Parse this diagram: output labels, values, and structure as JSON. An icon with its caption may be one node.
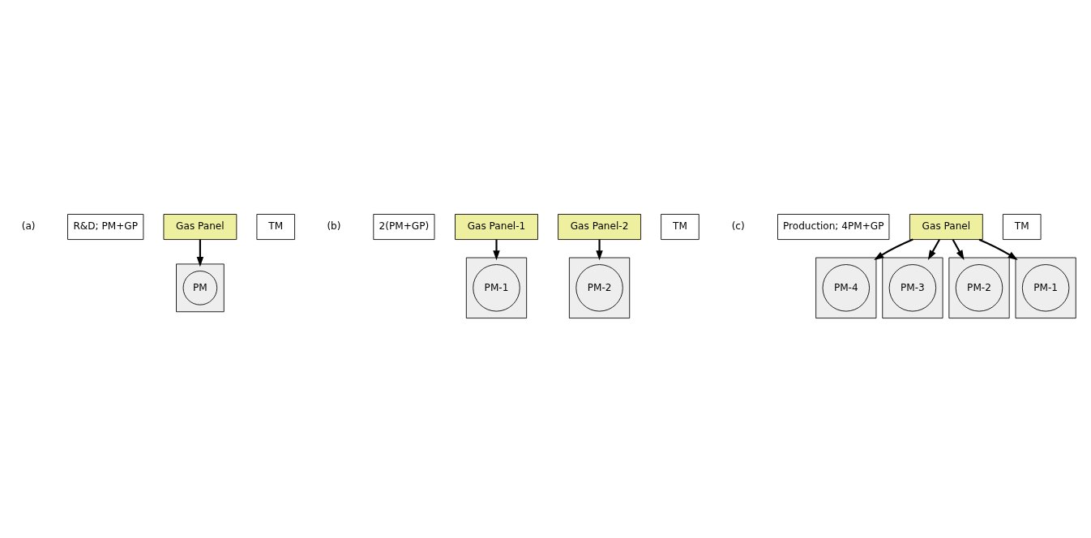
{
  "diagram": {
    "nodes": [
      {
        "text": [
          "R&D; PM+GP"
        ]
      },
      {
        "text": [
          "Gas Panel"
        ]
      },
      {
        "text": [],
        "shape": "box"
      },
      {
        "text": [
          "PM"
        ],
        "in": 2
      },
      {
        "text": [
          "TM"
        ]
      },
      {
        "text": [
          "2(PM+GP)"
        ]
      },
      {
        "text": [
          "Gas Panel-1"
        ]
      },
      {
        "text": [
          "Gas Panel-2"
        ]
      },
      {
        "text": [],
        "shape": "box"
      },
      {
        "text": [
          "PM-1"
        ],
        "in": 8
      },
      {
        "text": [
          "TM"
        ]
      },
      {
        "text": [],
        "shape": "box"
      },
      {
        "text": [
          "PM-2"
        ],
        "in": 11
      },
      {
        "text": [
          "Production; 4PM+GP"
        ]
      },
      {
        "text": [
          "Gas Panel"
        ]
      },
      {
        "text": [],
        "shape": "box"
      },
      {
        "text": [
          "PM-4"
        ],
        "in": 15
      },
      {
        "text": [],
        "shape": "box"
      },
      {
        "text": [
          "PM-3"
        ],
        "in": 17
      },
      {
        "text": [],
        "shape": "box"
      },
      {
        "text": [
          "PM-2"
        ],
        "in": 19
      },
      {
        "text": [],
        "shape": "box"
      },
      {
        "text": [
          "PM-1"
        ],
        "in": 21
      },
      {
        "text": [
          "TM"
        ]
      }
    ],
    "edges": [
      {
        "from": 1,
        "to": 2,
        "arrow": "to"
      },
      {
        "from": 6,
        "to": 8,
        "arrow": "to"
      },
      {
        "from": 7,
        "to": 11,
        "arrow": "to"
      },
      {
        "from": 14,
        "to": 15,
        "arrow": "to"
      },
      {
        "from": 14,
        "to": 17,
        "arrow": "to"
      },
      {
        "from": 14,
        "to": 19,
        "arrow": "to"
      },
      {
        "from": 14,
        "to": 21,
        "arrow": "to"
      }
    ],
    "labels": [
      "(a)",
      "(b)",
      "(c)"
    ]
  }
}
